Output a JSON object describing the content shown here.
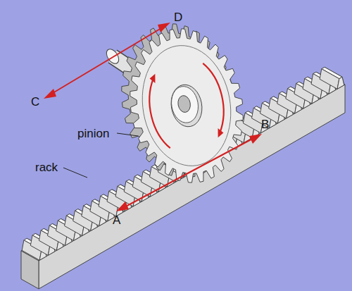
{
  "diagram": {
    "labels": [
      "D",
      "C",
      "pinion",
      "rack",
      "B",
      "A"
    ]
  }
}
